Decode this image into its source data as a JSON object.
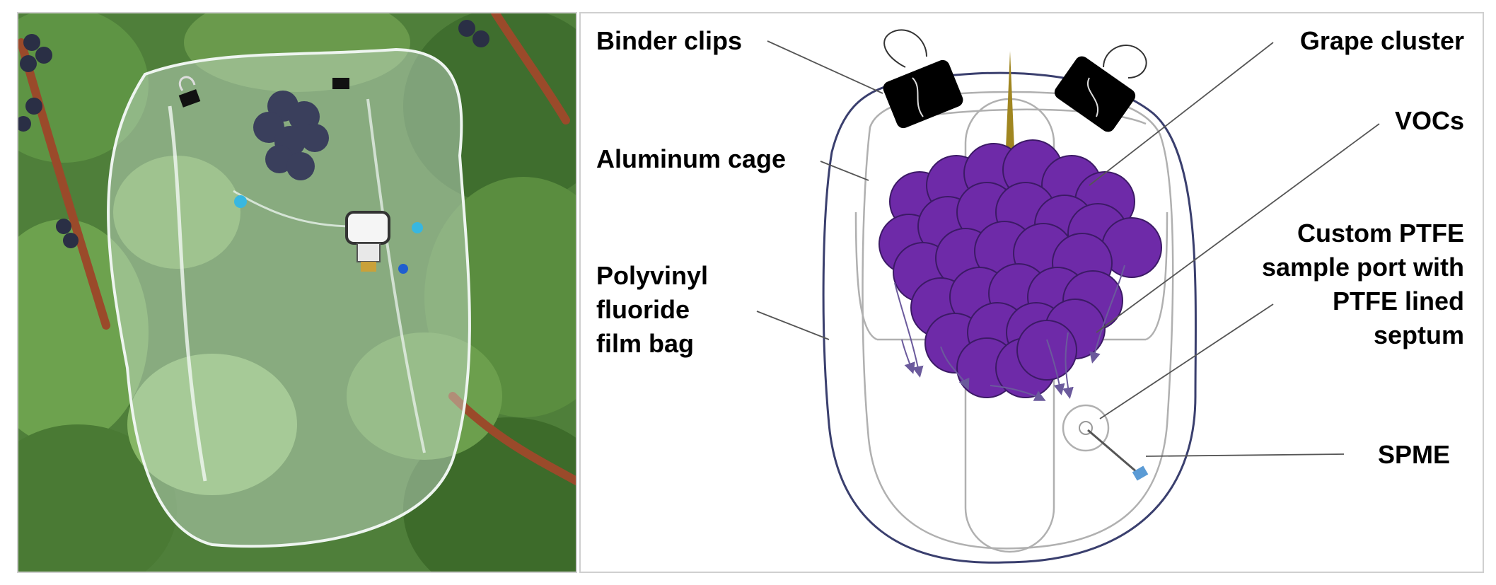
{
  "photo": {
    "description_icon": "photo-panel"
  },
  "labels": {
    "binder_clips": "Binder clips",
    "grape_cluster": "Grape cluster",
    "vocs": "VOCs",
    "aluminum_cage": "Aluminum cage",
    "bag": [
      "Polyvinyl",
      "fluoride",
      "film bag"
    ],
    "port": [
      "Custom PTFE",
      "sample port with",
      "PTFE lined",
      "septum"
    ],
    "spme": "SPME"
  },
  "colors": {
    "grape": "#6e2aa8",
    "grape_outline": "#3c1a66",
    "stem": "#a08620",
    "clip": "#000000",
    "bag_outline": "#3a3f6e",
    "cage_outline": "#b0b0b0",
    "arrow": "#6b5a9c",
    "spme_tip": "#5b9bd5"
  }
}
